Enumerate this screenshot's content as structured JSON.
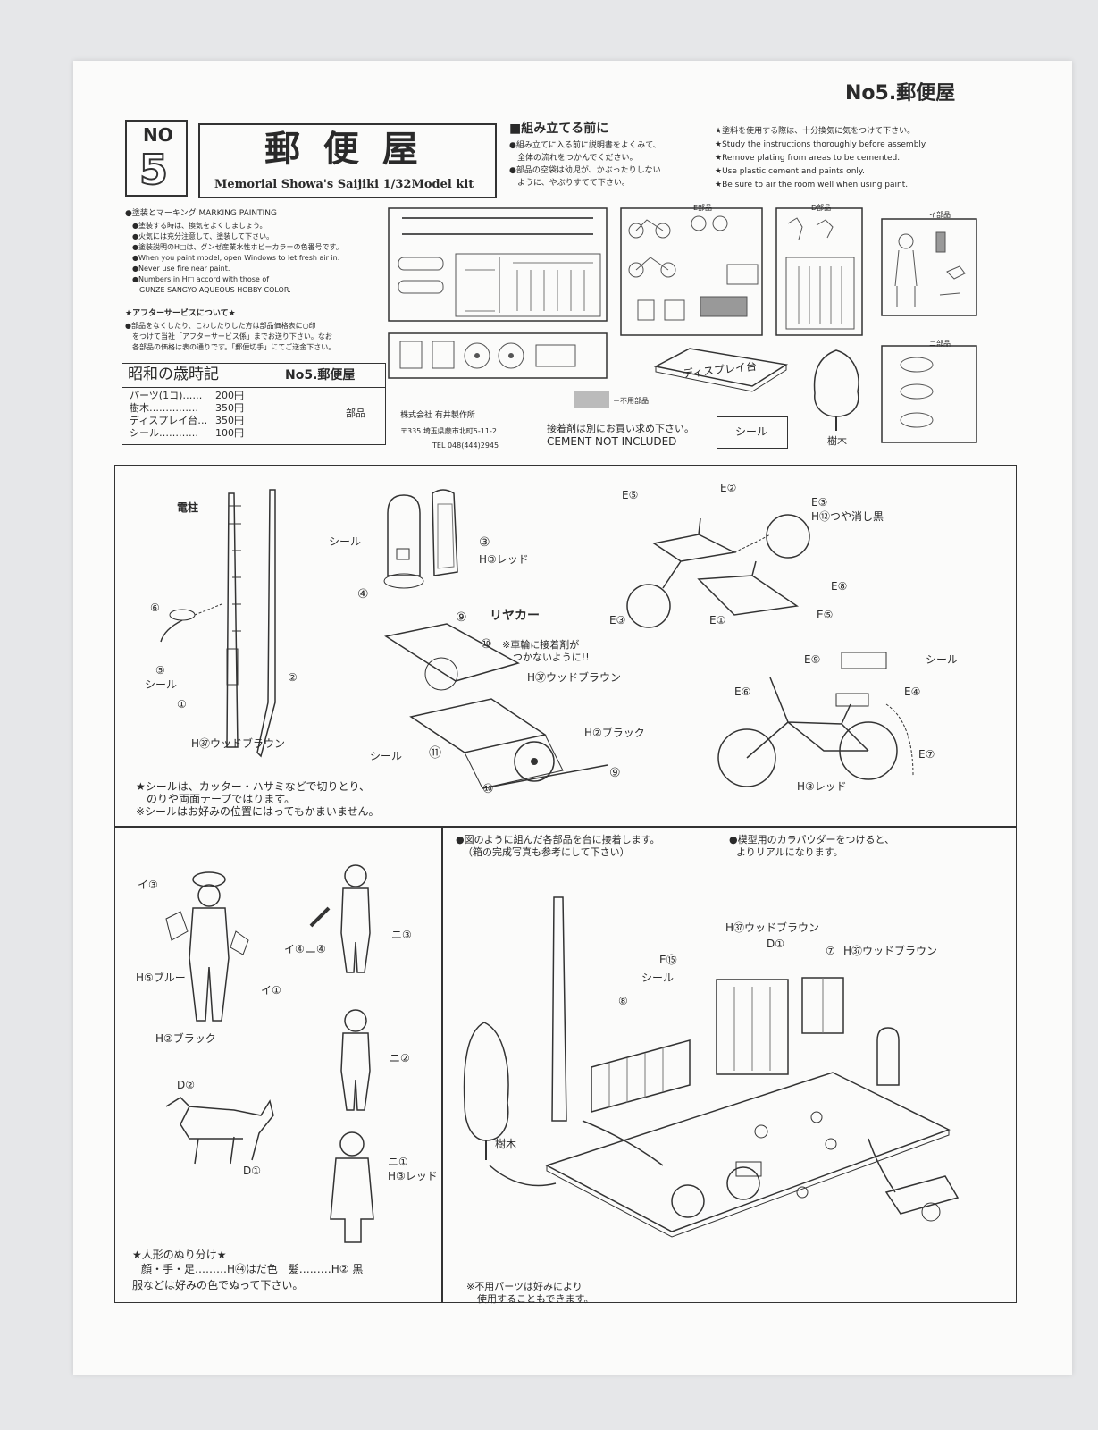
{
  "header": {
    "kit_number": "No5.郵便屋",
    "no_label": "NO",
    "no_digit": "5",
    "title_jp": "郵 便 屋",
    "title_en": "Memorial Showa's Saijiki 1/32Model kit"
  },
  "before_assembly": {
    "heading": "■組み立てる前に",
    "lines": [
      "●組み立てに入る前に説明書をよくみて、",
      "　全体の流れをつかんでください。",
      "●部品の空袋は幼児が、かぶったりしない",
      "　ように、やぶりすてて下さい。"
    ]
  },
  "notes_en": [
    "★塗料を使用する際は、十分換気に気をつけて下さい。",
    "★Study the instructions thoroughly before assembly.",
    "★Remove plating from areas to be cemented.",
    "★Use plastic cement and paints only.",
    "★Be sure to air the room well when using paint."
  ],
  "marking": {
    "heading": "●塗装とマーキング MARKING PAINTING",
    "lines": [
      "●塗装する時は、換気をよくしましょう。",
      "●火気には充分注意して、塗装して下さい。",
      "●塗装説明のH□は、グンゼ産業水性ホビーカラーの色番号です。",
      "●When you paint model, open Windows to let fresh air in.",
      "●Never use fire near paint.",
      "●Numbers in H□ accord with those of",
      "　GUNZE SANGYO AQUEOUS HOBBY COLOR."
    ]
  },
  "after_service": {
    "heading": "★アフターサービスについて★",
    "lines": [
      "●部品をなくしたり、こわしたりした方は部品価格表に○印",
      "　をつけて当社「アフターサービス係」までお送り下さい。なお",
      "　各部品の価格は表の通りです。「郵便切手」にてご送金下さい。"
    ]
  },
  "price_table": {
    "series": "昭和の歳時記",
    "item": "No5.郵便屋",
    "rows": [
      {
        "label": "パーツ(1コ)……",
        "price": "200円"
      },
      {
        "label": "樹木……………",
        "price": "350円"
      },
      {
        "label": "ディスプレイ台…",
        "price": "350円"
      },
      {
        "label": "シール…………",
        "price": "100円"
      }
    ],
    "side_label": "部品"
  },
  "company": {
    "name": "株式会社 有井製作所",
    "address": "〒335 埼玉県蕨市北町5-11-2",
    "tel": "TEL 048(444)2945"
  },
  "parts_legend": {
    "unused": "＝不用部品",
    "cement_jp": "接着剤は別にお買い求め下さい。",
    "cement_en": "CEMENT NOT INCLUDED",
    "seal": "シール",
    "display": "ディスプレイ台",
    "tree": "樹木",
    "sprue_e": "E部品",
    "sprue_d": "D部品",
    "sprue_i": "イ部品",
    "sprue_ni": "ニ部品"
  },
  "step1": {
    "pole": "電柱",
    "seal": "シール",
    "pole_color": "H㊲ウッドブラウン",
    "post_seal": "シール",
    "post_color": "H③レッド",
    "n1": "①",
    "n2": "②",
    "n3": "③",
    "n4": "④",
    "n5": "⑤",
    "n6": "⑥",
    "cart_title": "リヤカー",
    "n9": "⑨",
    "n10": "⑩",
    "n11": "⑪",
    "cart_note1": "※車輪に接着剤が",
    "cart_note2": "つかないように!!",
    "cart_color1": "H㊲ウッドブラウン",
    "cart_color2": "H②ブラック",
    "cart_seal": "シール",
    "bike_e5": "E⑤",
    "bike_e2": "E②",
    "bike_e3": "E③",
    "bike_color": "H⑫つや消し黒",
    "bike_e8": "E⑧",
    "bike_e3b": "E③",
    "bike_e1": "E①",
    "bike_e5b": "E⑤",
    "bike2_e9": "E⑨",
    "bike2_seal": "シール",
    "bike2_e6": "E⑥",
    "bike2_e4": "E④",
    "bike2_e7": "E⑦",
    "bike2_color": "H③レッド",
    "seal_note1": "★シールは、カッター・ハサミなどで切りとり、",
    "seal_note2": "　のりや両面テープではります。",
    "seal_note3": "※シールはお好みの位置にはってもかまいません。"
  },
  "step2": {
    "i3": "イ③",
    "i4": "イ④",
    "i1": "イ①",
    "blue": "H⑤ブルー",
    "black": "H②ブラック",
    "ni4": "ニ④",
    "ni3": "ニ③",
    "ni2": "ニ②",
    "ni1": "ニ①",
    "red": "H③レッド",
    "d2": "D②",
    "d1": "D①",
    "figure_title": "★人形のぬり分け★",
    "figure_line1": "顔・手・足………H㊹はだ色　髪………H② 黒",
    "figure_line2": "服などは好みの色でぬって下さい。"
  },
  "step3": {
    "note1": "●図のように組んだ各部品を台に接着します。",
    "note1b": "（箱の完成写真も参考にして下さい）",
    "note2": "●模型用のカラパウダーをつけると、",
    "note2b": "よりリアルになります。",
    "wood1": "H㊲ウッドブラウン",
    "d1": "D①",
    "n7": "⑦",
    "wood2": "H㊲ウッドブラウン",
    "e15": "E⑮",
    "seal": "シール",
    "n8": "⑧",
    "tree": "樹木",
    "unused_note1": "※不用パーツは好みにより",
    "unused_note2": "使用することもできます。"
  }
}
